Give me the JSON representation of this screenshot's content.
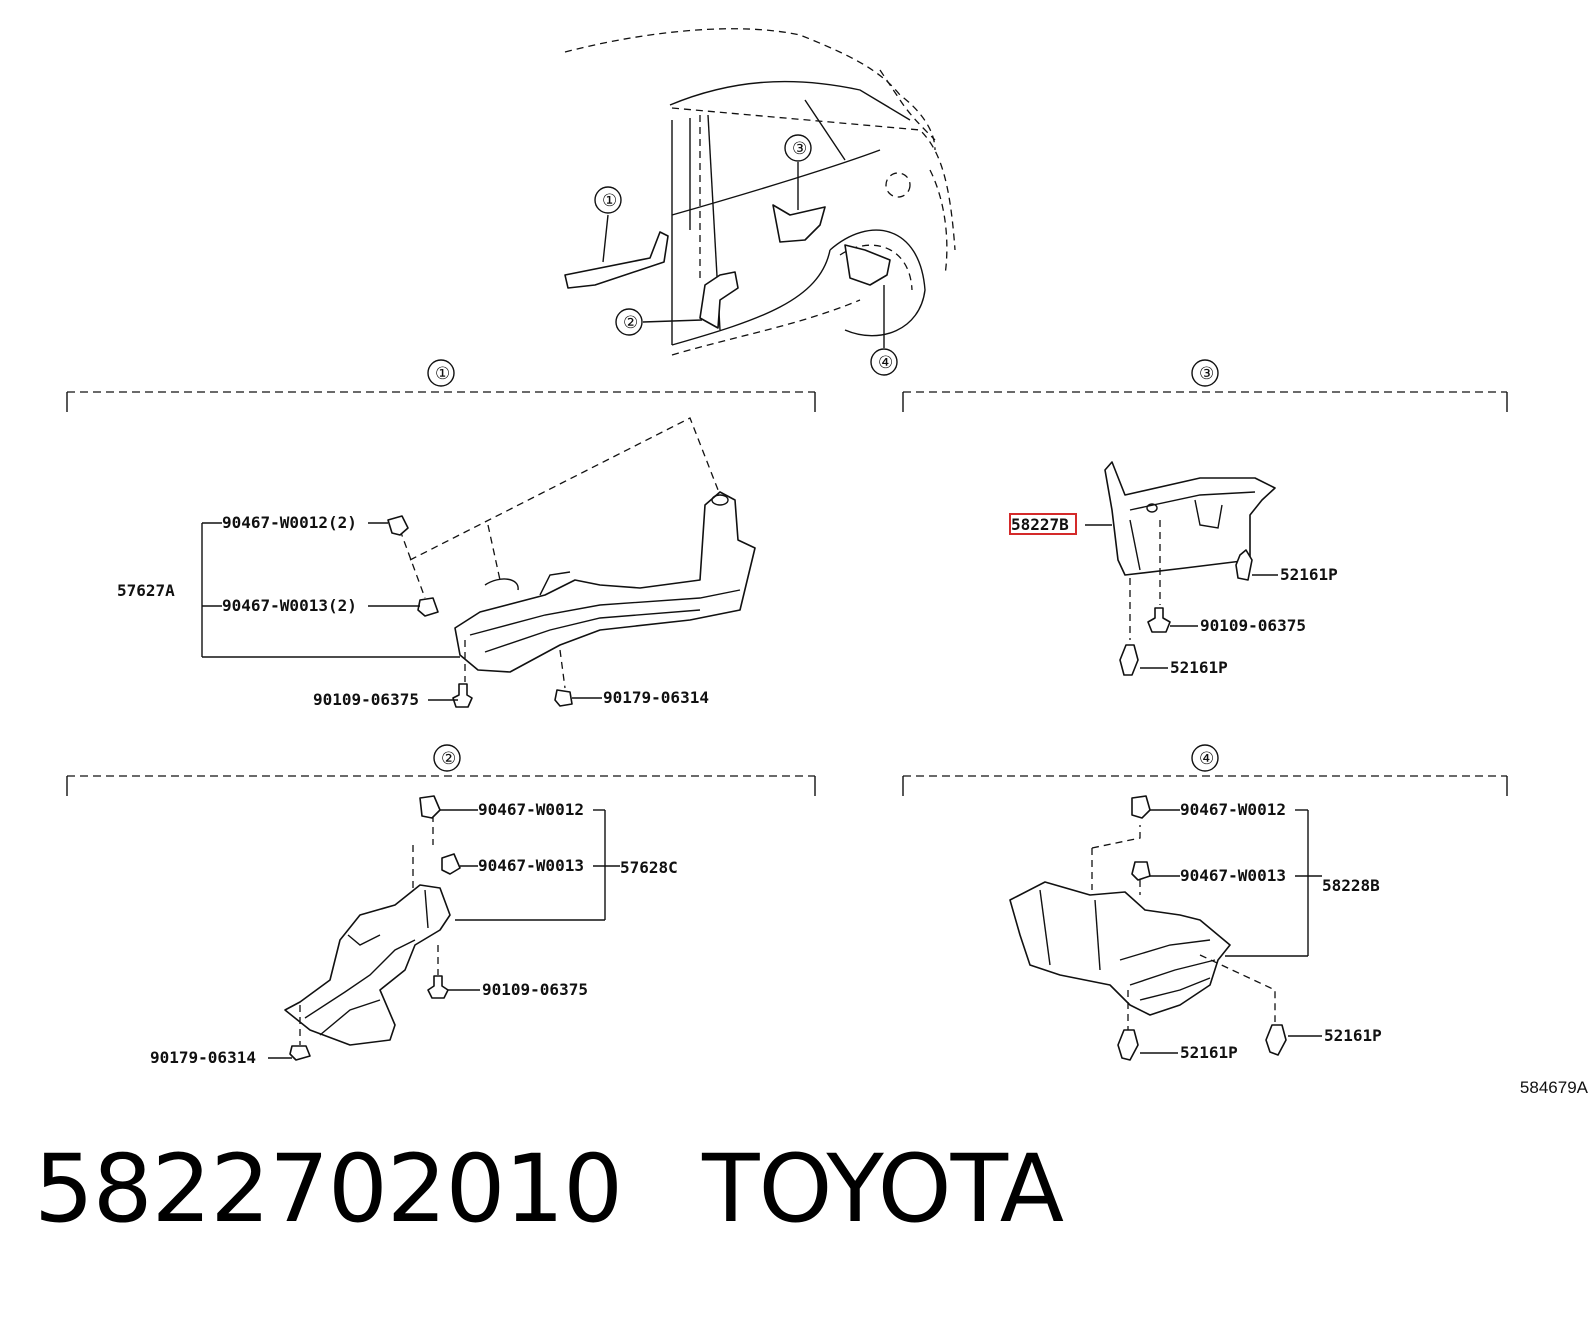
{
  "callouts": {
    "c1": "①",
    "c2": "②",
    "c3": "③",
    "c4": "④"
  },
  "section1": {
    "parts": [
      "90467-W0012(2)",
      "90467-W0013(2)",
      "57627A",
      "90109-06375",
      "90179-06314"
    ]
  },
  "section2": {
    "parts": [
      "90467-W0012",
      "90467-W0013",
      "57628C",
      "90109-06375",
      "90179-06314"
    ]
  },
  "section3": {
    "highlighted_part": "58227B",
    "parts": [
      "52161P",
      "90109-06375",
      "52161P"
    ]
  },
  "section4": {
    "parts": [
      "90467-W0012",
      "90467-W0013",
      "58228B",
      "52161P",
      "52161P"
    ]
  },
  "figure_id": "584679A",
  "footer": {
    "part_number": "5822702010",
    "brand": "TOYOTA"
  },
  "highlight_color": "#d42a2a"
}
